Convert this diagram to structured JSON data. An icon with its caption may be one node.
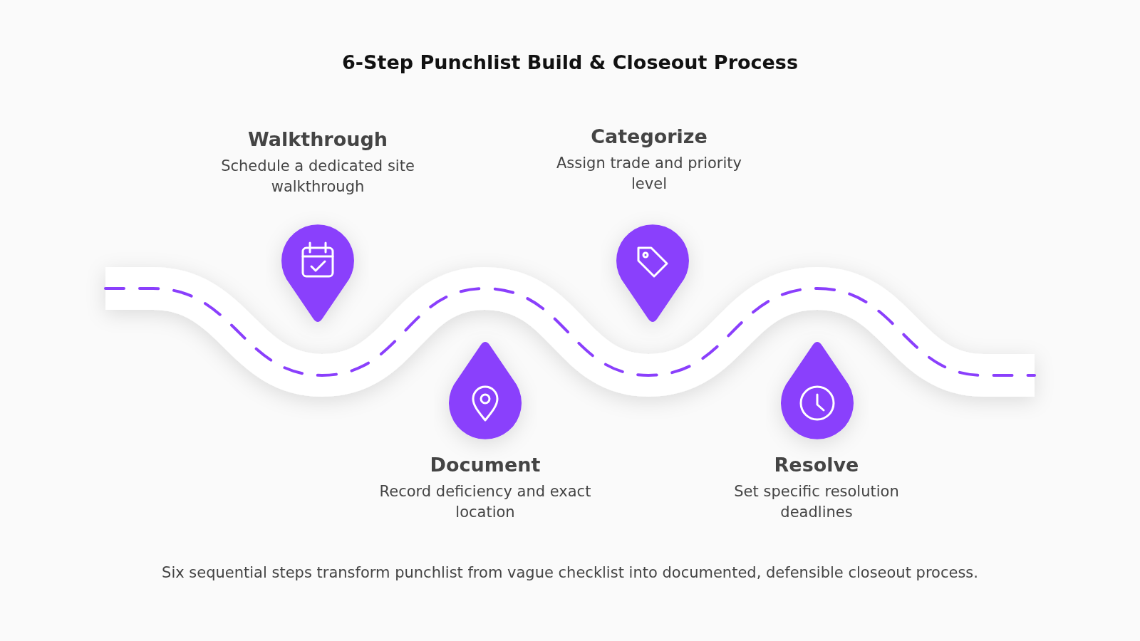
{
  "diagram": {
    "title": "6-Step Punchlist Build & Closeout Process",
    "nodes": [
      {
        "text": [
          "Walkthrough",
          "Schedule a dedicated site walkthrough"
        ]
      },
      {
        "text": [
          "Categorize",
          "Assign trade and priority level"
        ]
      },
      {
        "text": [
          "Document",
          "Record deficiency and exact location"
        ]
      },
      {
        "text": [
          "Resolve",
          "Set specific resolution deadlines"
        ]
      }
    ],
    "caption": "Six sequential steps transform punchlist from vague checklist into documented, defensible closeout process."
  }
}
